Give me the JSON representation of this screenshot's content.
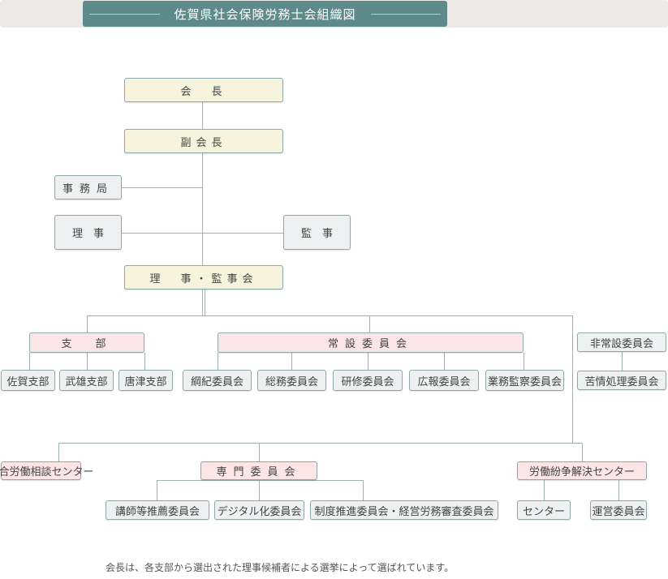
{
  "title": "佐賀県社会保険労務士会組織図",
  "top": {
    "president": "会　長",
    "vice": "副会長",
    "secretariat": "事務局",
    "directors": "理　事",
    "auditors": "監　事",
    "board": "理　事・監事会"
  },
  "branches": {
    "label": "支　部",
    "items": [
      "佐賀支部",
      "武雄支部",
      "唐津支部"
    ]
  },
  "standing": {
    "label": "常設委員会",
    "items": [
      "綱紀委員会",
      "総務委員会",
      "研修委員会",
      "広報委員会",
      "業務監察委員会"
    ]
  },
  "nonstanding": {
    "label": "非常設委員会",
    "items": [
      "苦情処理委員会"
    ]
  },
  "consult": "総合労働相談センター",
  "special": {
    "label": "専門委員会",
    "items": [
      "講師等推薦委員会",
      "デジタル化委員会",
      "制度推進委員会・経営労務審査委員会"
    ]
  },
  "dispute": {
    "label": "労働紛争解決センター",
    "items": [
      "センター",
      "運営委員会"
    ]
  },
  "note": "会長は、各支部から選出された理事候補者による選挙によって選ばれています。"
}
